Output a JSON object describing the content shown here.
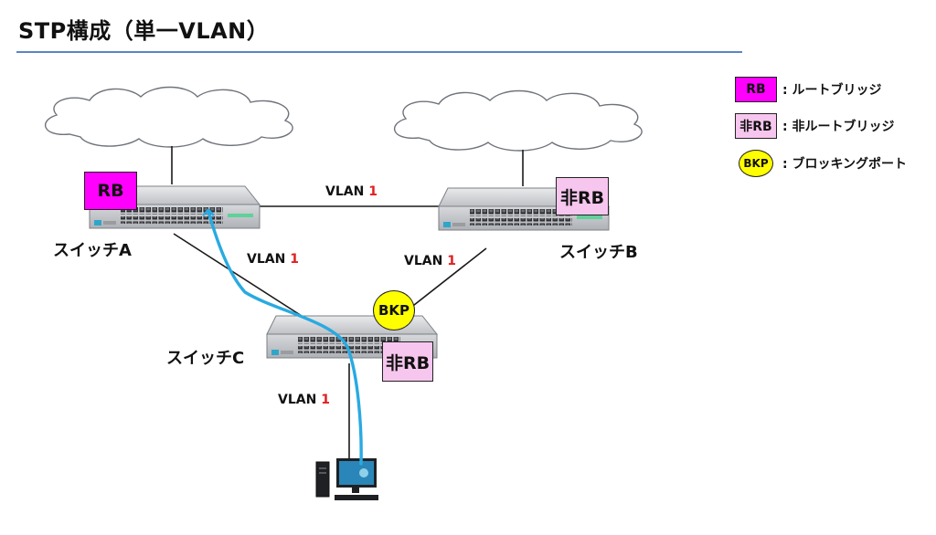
{
  "title": "STP構成（単一VLAN）",
  "switches": {
    "a": {
      "name": "スイッチA",
      "role": "RB"
    },
    "b": {
      "name": "スイッチB",
      "role": "非RB"
    },
    "c": {
      "name": "スイッチC",
      "role": "非RB"
    }
  },
  "links": {
    "a_b": {
      "prefix": "VLAN ",
      "num": "1"
    },
    "a_c": {
      "prefix": "VLAN ",
      "num": "1"
    },
    "b_c": {
      "prefix": "VLAN ",
      "num": "1"
    },
    "c_pc": {
      "prefix": "VLAN ",
      "num": "1"
    }
  },
  "bkp_label": "BKP",
  "legend": {
    "rb": {
      "badge": "RB",
      "text": ": ルートブリッジ"
    },
    "nrb": {
      "badge": "非RB",
      "text": ": 非ルートブリッジ"
    },
    "bkp": {
      "badge": "BKP",
      "text": ": ブロッキングポート"
    }
  },
  "colors": {
    "rb": "#ff00ff",
    "nrb": "#f7c6ef",
    "bkp": "#ffff00",
    "path": "#29aae1",
    "rule": "#5b84c4",
    "vlan_num": "#e02020"
  }
}
